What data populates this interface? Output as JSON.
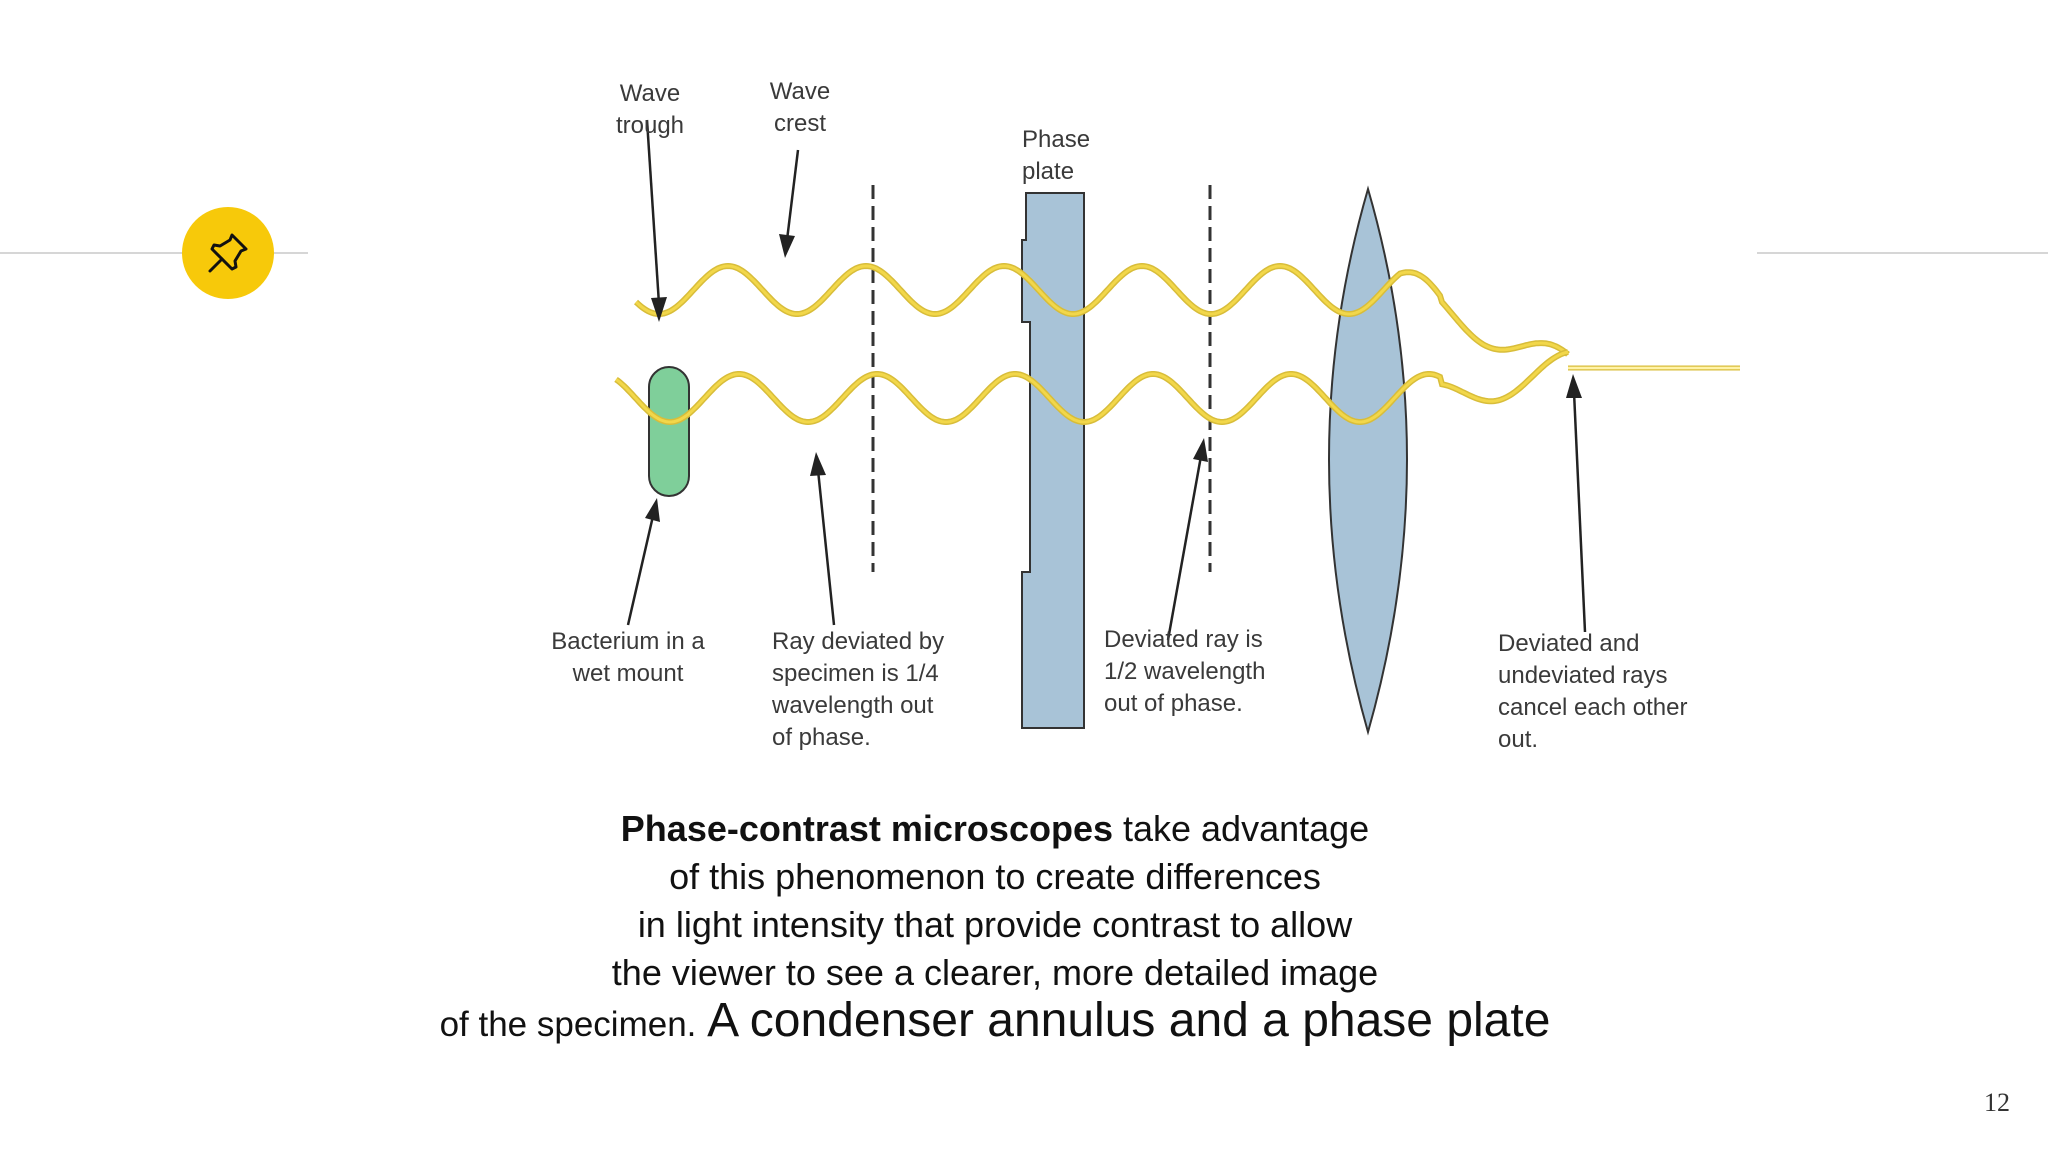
{
  "diagram": {
    "labels": {
      "wave_trough": "Wave\ntrough",
      "wave_crest": "Wave\ncrest",
      "phase_plate": "Phase\nplate",
      "bacterium": "Bacterium in a\nwet mount",
      "ray_deviated": "Ray deviated by\nspecimen is 1/4\nwavelength out\nof phase.",
      "half_wavelength": "Deviated ray is\n1/2 wavelength\nout of phase.",
      "cancel": "Deviated and\nundeviated rays\ncancel each other\nout."
    },
    "colors": {
      "wave": "#f2d74a",
      "plate": "#a8c3d7",
      "lens": "#a8c3d7",
      "bacterium": "#7fcf9a",
      "accent": "#f7c90a"
    }
  },
  "caption": {
    "bold": "Phase-contrast microscopes",
    "line1_rest": " take advantage",
    "line2": "of this phenomenon to create differences",
    "line3": "in light intensity that provide contrast to allow",
    "line4": "the viewer to see a clearer, more detailed image",
    "line5_small": "of the specimen.",
    "line5_large": " A condenser annulus and a phase plate"
  },
  "page_number": "12",
  "icons": {
    "badge": "pushpin-icon"
  }
}
